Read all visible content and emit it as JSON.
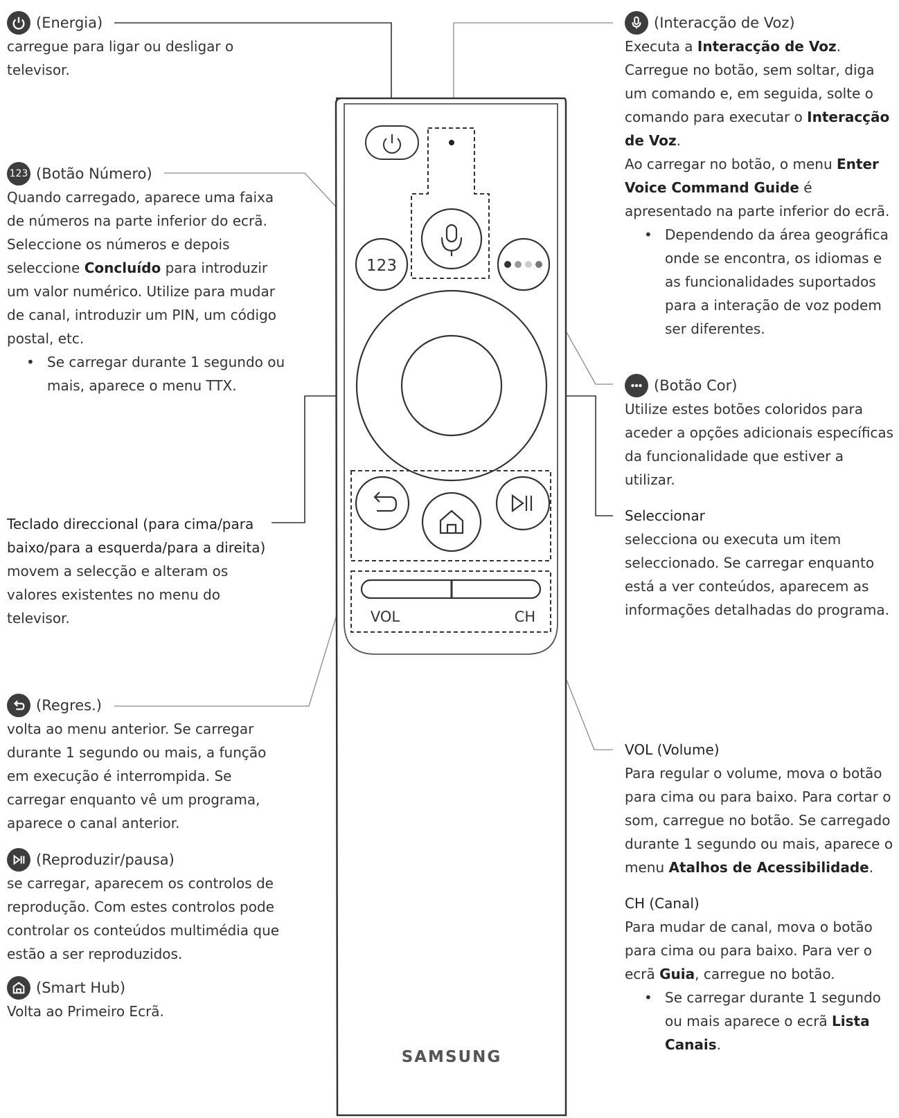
{
  "energia": {
    "icon": "power-icon",
    "title": "(Energia)",
    "text": "carregue para ligar ou desligar o televisor."
  },
  "numero": {
    "icon": "number-123-icon",
    "icon_text": "123",
    "title": "(Botão Número)",
    "text_a": "Quando carregado, aparece uma faixa de números na parte inferior do ecrã. Seleccione os números e depois seleccione ",
    "text_bold": "Concluído",
    "text_b": " para introduzir um valor numérico. Utilize para mudar de canal, introduzir um PIN, um código postal, etc.",
    "bullet": "Se carregar durante 1 segundo ou mais, aparece o menu TTX."
  },
  "teclado": {
    "title": "Teclado direccional (para cima/para baixo/para a esquerda/para a direita)",
    "text": "movem a selecção e alteram os valores existentes no menu do televisor."
  },
  "regres": {
    "icon": "back-icon",
    "title": "(Regres.)",
    "text": "volta ao menu anterior. Se carregar durante 1 segundo ou mais, a função em execução é interrompida. Se carregar enquanto vê um programa, aparece o canal anterior."
  },
  "reproduzir": {
    "icon": "play-pause-icon",
    "title": "(Reproduzir/pausa)",
    "text": "se carregar, aparecem os controlos de reprodução. Com estes controlos pode controlar os conteúdos multimédia que estão a ser reproduzidos."
  },
  "smarthub": {
    "icon": "home-icon",
    "title": "(Smart Hub)",
    "text": "Volta ao Primeiro Ecrã."
  },
  "voz": {
    "icon": "microphone-icon",
    "title": "(Interacção de Voz)",
    "l1_a": "Executa a ",
    "l1_b": "Interacção de Voz",
    "l1_c": ".",
    "l2_a": "Carregue no botão, sem soltar, diga um comando e, em seguida, solte o comando para executar o ",
    "l2_b": "Interacção de Voz",
    "l2_c": ".",
    "l3_a": "Ao carregar no botão, o menu ",
    "l3_b": "Enter Voice Command Guide",
    "l3_c": " é apresentado na parte inferior do ecrã.",
    "bullet": "Dependendo da área geográfica onde se encontra, os idiomas e as funcionalidades suportados para a interação de voz podem ser diferentes."
  },
  "cor": {
    "icon": "color-dots-icon",
    "title": "(Botão Cor)",
    "text": "Utilize estes botões coloridos para aceder a opções adicionais específicas da funcionalidade que estiver a utilizar."
  },
  "seleccionar": {
    "title": "Seleccionar",
    "text": "selecciona ou executa um item seleccionado. Se carregar enquanto está a ver conteúdos, aparecem as informações detalhadas do programa."
  },
  "vol": {
    "title": "VOL (Volume)",
    "text_a": "Para regular o volume, mova o botão para cima ou para baixo. Para cortar o som, carregue no botão. Se carregado durante 1 segundo ou mais, aparece o menu ",
    "text_bold": "Atalhos de Acessibilidade",
    "text_c": "."
  },
  "ch": {
    "title": "CH (Canal)",
    "text_a": "Para mudar de canal, mova o botão para cima ou para baixo. Para ver o ecrã ",
    "text_bold": "Guia",
    "text_c": ", carregue no botão.",
    "bullet_a": "Se carregar durante 1 segundo ou mais aparece o ecrã ",
    "bullet_bold": "Lista Canais",
    "bullet_c": "."
  },
  "remote": {
    "btn_123": "123",
    "vol_label": "VOL",
    "ch_label": "CH",
    "brand": "SAMSUNG"
  }
}
